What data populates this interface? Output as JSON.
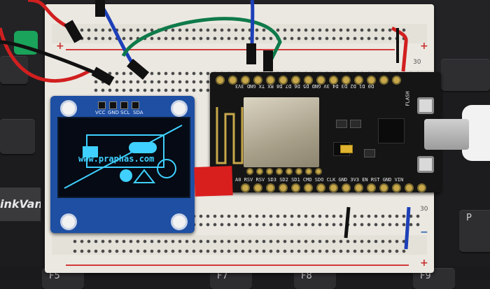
{
  "keyboard": {
    "brand_text": "inkVantage",
    "keys": [
      "F5",
      "F7",
      "F8",
      "F9",
      "P"
    ]
  },
  "oled": {
    "pins": [
      "VCC",
      "GND",
      "SCL",
      "SDA"
    ],
    "screen_text": "www.praphas.com"
  },
  "nodemcu": {
    "top_labels": "D0 D1 D2 D3 D4 3V GND D5 D6 D7 D8 RX TX GND 3V3",
    "bottom_labels": "A0 RSV RSV SD3 SD2 SD1 CMD SDO CLK GND 3V3 EN RST GND VIN",
    "flash_label": "FLASH"
  },
  "breadboard": {
    "column_numbers_top": [
      "30"
    ],
    "column_numbers_bottom": [
      "30"
    ]
  },
  "colors": {
    "oled_pcb": "#1e4fa3",
    "oled_graphics": "#3fd0ff",
    "wire_red": "#d11f1f",
    "wire_black": "#111111",
    "wire_blue": "#1d3fb8",
    "wire_green": "#0f7a4a"
  }
}
